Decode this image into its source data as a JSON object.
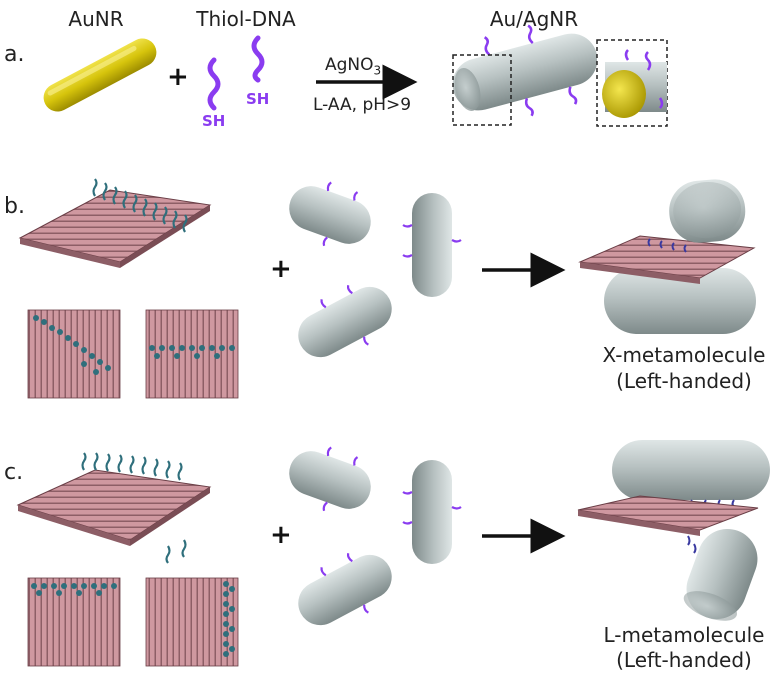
{
  "panel_a": {
    "label": "a.",
    "aunr_title": "AuNR",
    "thiol_title": "Thiol-DNA",
    "sh_1": "SH",
    "sh_2": "SH",
    "reagent_main": "AgNO",
    "reagent_sub": "3",
    "conditions": "L-AA, pH>9",
    "product_title": "Au/AgNR"
  },
  "panel_b": {
    "label": "b.",
    "result_name": "X-metamolecule",
    "result_handedness": "(Left-handed)"
  },
  "panel_c": {
    "label": "c.",
    "result_name": "L-metamolecule",
    "result_handedness": "(Left-handed)"
  },
  "plus_sign": "+",
  "colors": {
    "gold": "#d6c40c",
    "silver": "#b9c3c3",
    "dna_purple": "#8a3cf0",
    "origami_pink": "#c98f97",
    "staple_teal": "#2f6f7c",
    "arrow": "#111111"
  }
}
